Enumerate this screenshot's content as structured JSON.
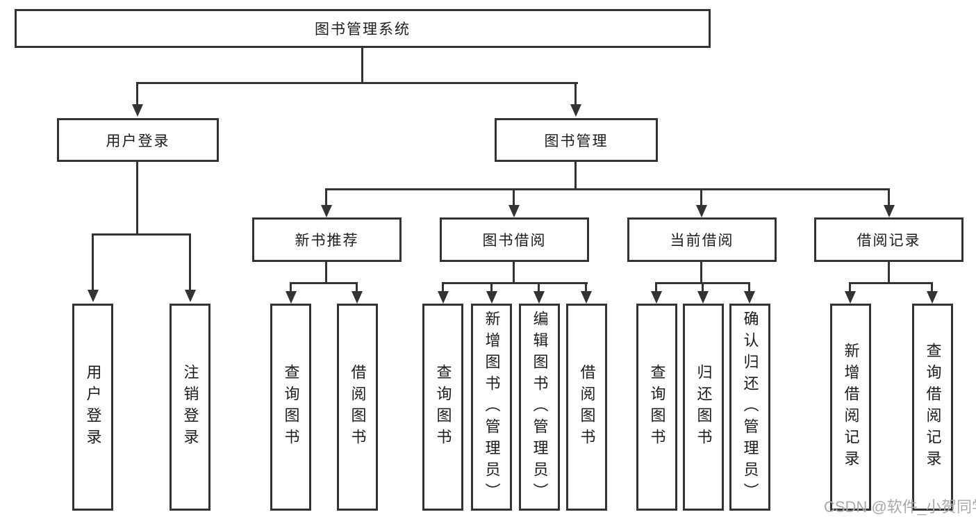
{
  "colors": {
    "line": "#333333",
    "text": "#1c1c1c",
    "watermark": "#a9a9a9"
  },
  "watermark": {
    "text": "CSDN @软件_小贺同学"
  },
  "tree": {
    "label": "图书管理系统",
    "children": [
      {
        "label": "用户登录",
        "children": [
          {
            "label": "用户登录"
          },
          {
            "label": "注销登录"
          }
        ]
      },
      {
        "label": "图书管理",
        "children": [
          {
            "label": "新书推荐",
            "children": [
              {
                "label": "查询图书"
              },
              {
                "label": "借阅图书"
              }
            ]
          },
          {
            "label": "图书借阅",
            "children": [
              {
                "label": "查询图书"
              },
              {
                "label": "新增图书（管理员）"
              },
              {
                "label": "编辑图书（管理员）"
              },
              {
                "label": "借阅图书"
              }
            ]
          },
          {
            "label": "当前借阅",
            "children": [
              {
                "label": "查询图书"
              },
              {
                "label": "归还图书"
              },
              {
                "label": "确认归还（管理员）"
              }
            ]
          },
          {
            "label": "借阅记录",
            "children": [
              {
                "label": "新增借阅记录"
              },
              {
                "label": "查询借阅记录"
              }
            ]
          }
        ]
      }
    ]
  }
}
